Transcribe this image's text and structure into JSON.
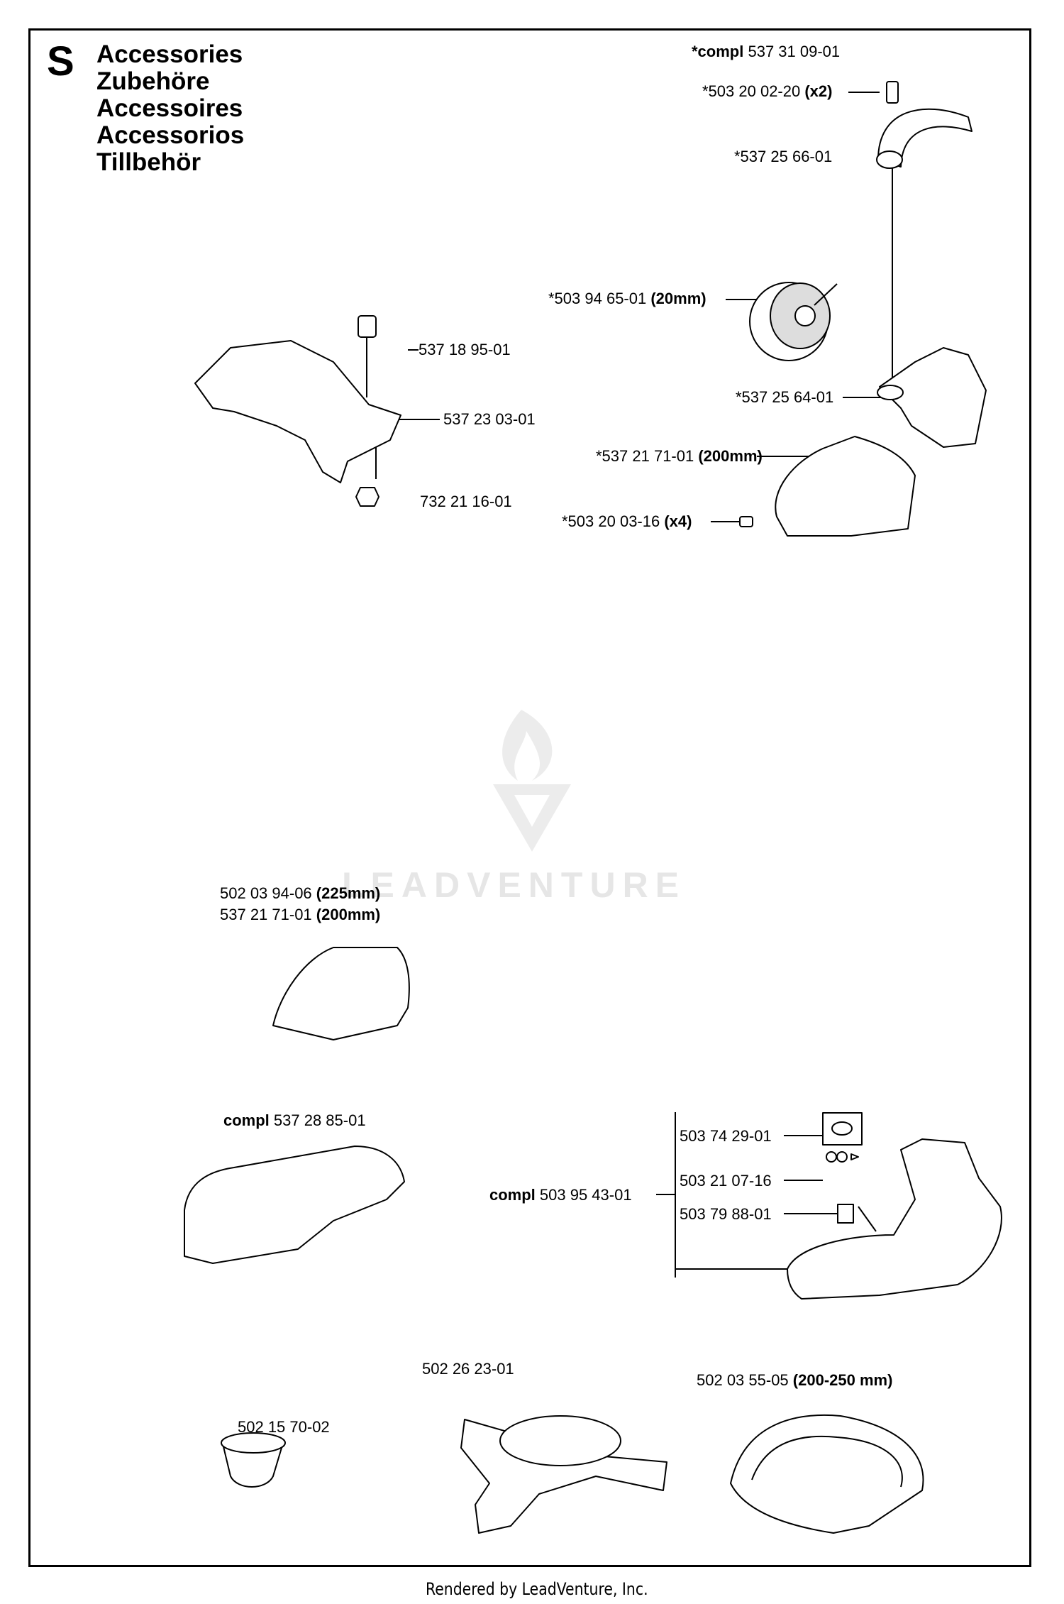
{
  "section_letter": "S",
  "titles": [
    "Accessories",
    "Zubehöre",
    "Accessoires",
    "Accessorios",
    "Tillbehör"
  ],
  "parts": [
    {
      "prefix": "*compl ",
      "number": "537 31 09-01",
      "suffix": ""
    },
    {
      "prefix": "",
      "number": "*503 20 02-20 ",
      "suffix": "(x2)"
    },
    {
      "prefix": "",
      "number": "*537 25 66-01",
      "suffix": ""
    },
    {
      "prefix": "",
      "number": "*503 94 65-01 ",
      "suffix": "(20mm)"
    },
    {
      "prefix": "",
      "number": "537 18 95-01",
      "suffix": ""
    },
    {
      "prefix": "",
      "number": "*537 25 64-01",
      "suffix": ""
    },
    {
      "prefix": "",
      "number": "537 23 03-01",
      "suffix": ""
    },
    {
      "prefix": "",
      "number": "*537 21 71-01 ",
      "suffix": "(200mm)"
    },
    {
      "prefix": "",
      "number": "732 21 16-01",
      "suffix": ""
    },
    {
      "prefix": "",
      "number": "*503 20 03-16 ",
      "suffix": "(x4)"
    },
    {
      "prefix": "",
      "number": "502 03 94-06 ",
      "suffix": "(225mm)"
    },
    {
      "prefix": "",
      "number": "537 21 71-01 ",
      "suffix": "(200mm)"
    },
    {
      "prefix": "compl ",
      "number": "537 28 85-01",
      "suffix": ""
    },
    {
      "prefix": "",
      "number": "503 74 29-01",
      "suffix": ""
    },
    {
      "prefix": "",
      "number": "503 21 07-16",
      "suffix": ""
    },
    {
      "prefix": "compl ",
      "number": "503 95 43-01",
      "suffix": ""
    },
    {
      "prefix": "",
      "number": "503 79 88-01",
      "suffix": ""
    },
    {
      "prefix": "",
      "number": "502 26 23-01",
      "suffix": ""
    },
    {
      "prefix": "",
      "number": "502 03 55-05 ",
      "suffix": "(200-250 mm)"
    },
    {
      "prefix": "",
      "number": "502 15 70-02",
      "suffix": ""
    }
  ],
  "watermark_text": "LEADVENTURE",
  "footer_text": "Rendered by LeadVenture, Inc."
}
